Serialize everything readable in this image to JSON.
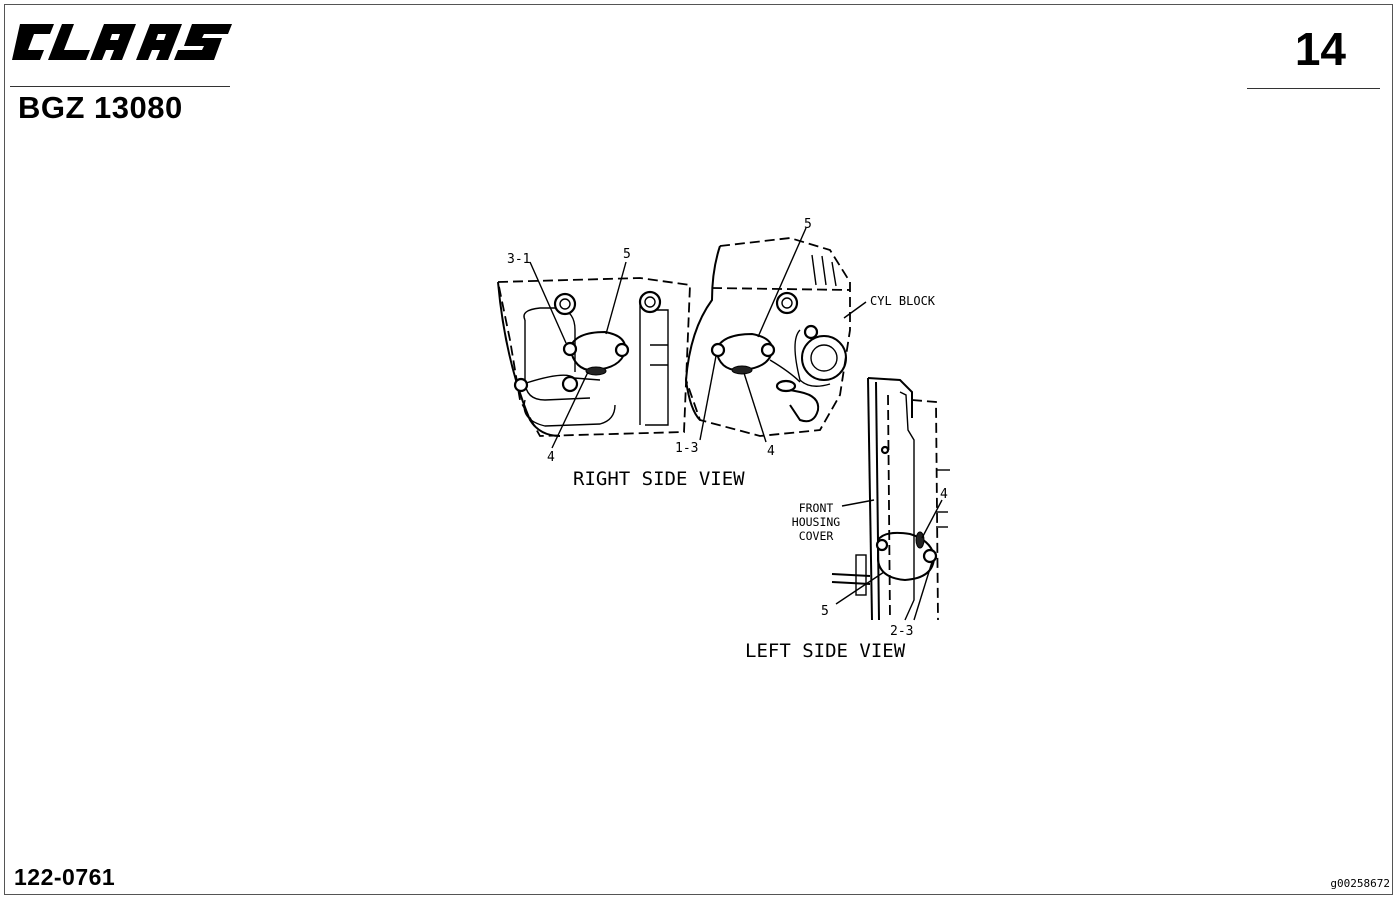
{
  "header": {
    "logo_text": "CLAAS",
    "doc_code": "BGZ 13080",
    "page_number": "14"
  },
  "footer": {
    "part_number": "122-0761",
    "image_id": "g00258672"
  },
  "diagram": {
    "views": {
      "right_side": "RIGHT SIDE VIEW",
      "left_side": "LEFT SIDE VIEW"
    },
    "labels": {
      "cyl_block": "CYL BLOCK",
      "front_housing_line1": "FRONT",
      "front_housing_line2": "HOUSING",
      "front_housing_line3": "COVER"
    },
    "callouts": {
      "rs_3_1": "3-1",
      "rs_5_a": "5",
      "rs_4_a": "4",
      "rs_5_b": "5",
      "rs_1_3": "1-3",
      "rs_4_b": "4",
      "ls_4": "4",
      "ls_5": "5",
      "ls_2_3": "2-3"
    }
  }
}
